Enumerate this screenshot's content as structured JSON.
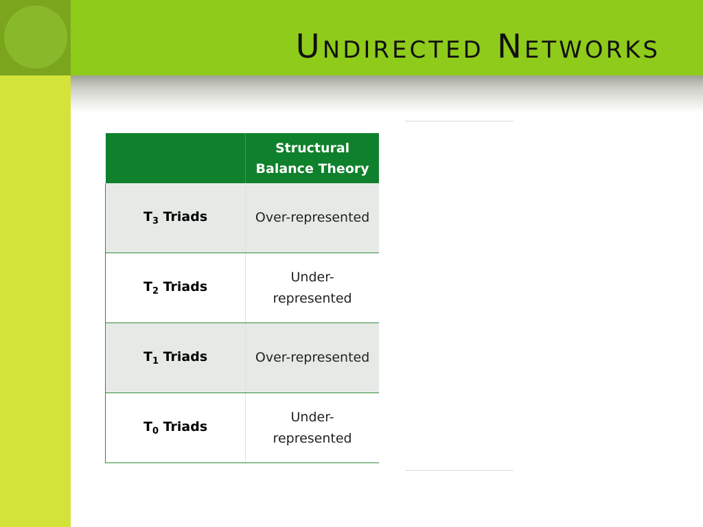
{
  "slide": {
    "title": "Undirected Networks"
  },
  "table": {
    "header": [
      "",
      "Structural Balance Theory"
    ],
    "rows": [
      {
        "label_main": "T",
        "label_sub": "3",
        "label_suffix": " Triads",
        "value": "Over-represented"
      },
      {
        "label_main": "T",
        "label_sub": "2",
        "label_suffix": " Triads",
        "value": "Under-represented"
      },
      {
        "label_main": "T",
        "label_sub": "1",
        "label_suffix": " Triads",
        "value": "Over-represented"
      },
      {
        "label_main": "T",
        "label_sub": "0",
        "label_suffix": " Triads",
        "value": "Under-represented"
      }
    ]
  },
  "colors": {
    "top_bar": "#8fcb1a",
    "left_bar": "#d4e33a",
    "table_header": "#0f812c",
    "row_shade": "#e6eae6"
  }
}
